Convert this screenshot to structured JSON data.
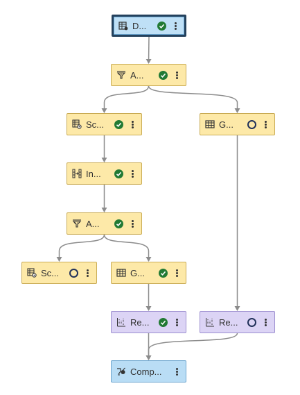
{
  "pipeline": {
    "nodes": [
      {
        "id": "data",
        "kind": "data",
        "icon": "data-table-icon",
        "label": "D...",
        "status": "complete"
      },
      {
        "id": "analyze1",
        "kind": "prep",
        "icon": "filter-funnel-icon",
        "label": "A...",
        "status": "complete"
      },
      {
        "id": "score1",
        "kind": "prep",
        "icon": "score-table-icon",
        "label": "Sc...",
        "status": "complete"
      },
      {
        "id": "grid1",
        "kind": "prep",
        "icon": "grid-table-icon",
        "label": "G...",
        "status": "pending"
      },
      {
        "id": "impute",
        "kind": "prep",
        "icon": "impute-icon",
        "label": "In...",
        "status": "complete"
      },
      {
        "id": "analyze2",
        "kind": "prep",
        "icon": "filter-funnel-icon",
        "label": "A...",
        "status": "complete"
      },
      {
        "id": "score2",
        "kind": "prep",
        "icon": "score-table-icon",
        "label": "Sc...",
        "status": "pending"
      },
      {
        "id": "grid2",
        "kind": "prep",
        "icon": "grid-table-icon",
        "label": "G...",
        "status": "complete"
      },
      {
        "id": "report1",
        "kind": "model",
        "icon": "regression-chart-icon",
        "label": "Re...",
        "status": "complete"
      },
      {
        "id": "report2",
        "kind": "model",
        "icon": "regression-chart-icon",
        "label": "Re...",
        "status": "pending"
      },
      {
        "id": "compare",
        "kind": "compare",
        "icon": "compare-models-icon",
        "label": "Comp...",
        "status": "none"
      }
    ],
    "edges": [
      [
        "data",
        "analyze1"
      ],
      [
        "analyze1",
        "score1"
      ],
      [
        "analyze1",
        "grid1"
      ],
      [
        "score1",
        "impute"
      ],
      [
        "impute",
        "analyze2"
      ],
      [
        "analyze2",
        "score2"
      ],
      [
        "analyze2",
        "grid2"
      ],
      [
        "grid2",
        "report1"
      ],
      [
        "grid1",
        "report2"
      ],
      [
        "report1",
        "compare"
      ],
      [
        "report2",
        "compare"
      ]
    ],
    "colors": {
      "edge": "#8c8c8c",
      "prep_fill": "#fde9a8",
      "model_fill": "#dcd4f5",
      "data_fill": "#bfe0f6",
      "compare_fill": "#b9ddf5",
      "status_ok": "#227a34",
      "status_pending": "#22325a"
    }
  }
}
